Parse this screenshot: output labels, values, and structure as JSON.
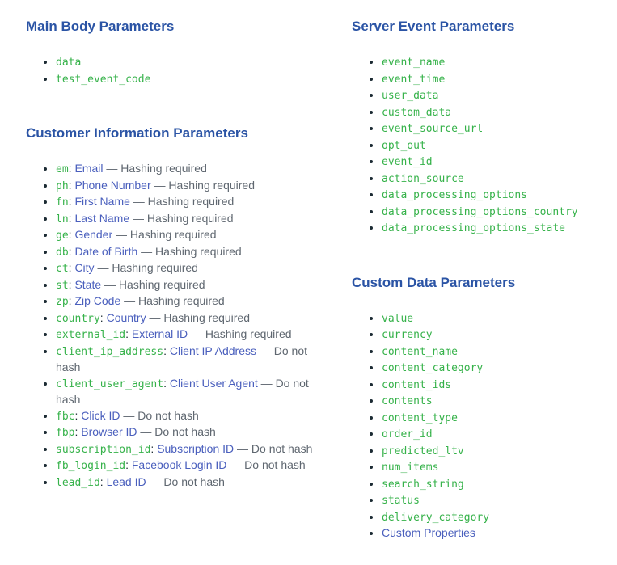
{
  "colors": {
    "heading": "#2b54a5",
    "code_green": "#36b24a",
    "link_blue": "#4a5fbd",
    "note_gray": "#5f6770",
    "text": "#1c2b33",
    "background": "#ffffff"
  },
  "sections": [
    {
      "id": "main-body",
      "title": "Main Body Parameters",
      "items": [
        {
          "code": "data"
        },
        {
          "code": "test_event_code"
        }
      ]
    },
    {
      "id": "customer-info",
      "title": "Customer Information Parameters",
      "items": [
        {
          "code": "em",
          "label": "Email",
          "note": "— Hashing required"
        },
        {
          "code": "ph",
          "label": "Phone Number",
          "note": "— Hashing required"
        },
        {
          "code": "fn",
          "label": "First Name",
          "note": "— Hashing required"
        },
        {
          "code": "ln",
          "label": "Last Name",
          "note": "— Hashing required"
        },
        {
          "code": "ge",
          "label": "Gender",
          "note": "— Hashing required"
        },
        {
          "code": "db",
          "label": "Date of Birth",
          "note": "— Hashing required"
        },
        {
          "code": "ct",
          "label": "City",
          "note": "— Hashing required"
        },
        {
          "code": "st",
          "label": "State",
          "note": "— Hashing required"
        },
        {
          "code": "zp",
          "label": "Zip Code",
          "note": "— Hashing required"
        },
        {
          "code": "country",
          "label": "Country",
          "note": "— Hashing required"
        },
        {
          "code": "external_id",
          "label": "External ID",
          "note": "— Hashing required"
        },
        {
          "code": "client_ip_address",
          "label": "Client IP Address",
          "note": "— Do not hash"
        },
        {
          "code": "client_user_agent",
          "label": "Client User Agent",
          "note": "— Do not hash"
        },
        {
          "code": "fbc",
          "label": "Click ID",
          "note": "— Do not hash"
        },
        {
          "code": "fbp",
          "label": "Browser ID",
          "note": "— Do not hash"
        },
        {
          "code": "subscription_id",
          "label": "Subscription ID",
          "note": "— Do not hash"
        },
        {
          "code": "fb_login_id",
          "label": "Facebook Login ID",
          "note": "— Do not hash"
        },
        {
          "code": "lead_id",
          "label": "Lead ID",
          "note": "— Do not hash"
        }
      ]
    },
    {
      "id": "server-event",
      "title": "Server Event Parameters",
      "items": [
        {
          "code": "event_name"
        },
        {
          "code": "event_time"
        },
        {
          "code": "user_data"
        },
        {
          "code": "custom_data"
        },
        {
          "code": "event_source_url"
        },
        {
          "code": "opt_out"
        },
        {
          "code": "event_id"
        },
        {
          "code": "action_source"
        },
        {
          "code": "data_processing_options"
        },
        {
          "code": "data_processing_options_country"
        },
        {
          "code": "data_processing_options_state"
        }
      ]
    },
    {
      "id": "custom-data",
      "title": "Custom Data Parameters",
      "items": [
        {
          "code": "value"
        },
        {
          "code": "currency"
        },
        {
          "code": "content_name"
        },
        {
          "code": "content_category"
        },
        {
          "code": "content_ids"
        },
        {
          "code": "contents"
        },
        {
          "code": "content_type"
        },
        {
          "code": "order_id"
        },
        {
          "code": "predicted_ltv"
        },
        {
          "code": "num_items"
        },
        {
          "code": "search_string"
        },
        {
          "code": "status"
        },
        {
          "code": "delivery_category"
        },
        {
          "label": "Custom Properties"
        }
      ]
    }
  ]
}
